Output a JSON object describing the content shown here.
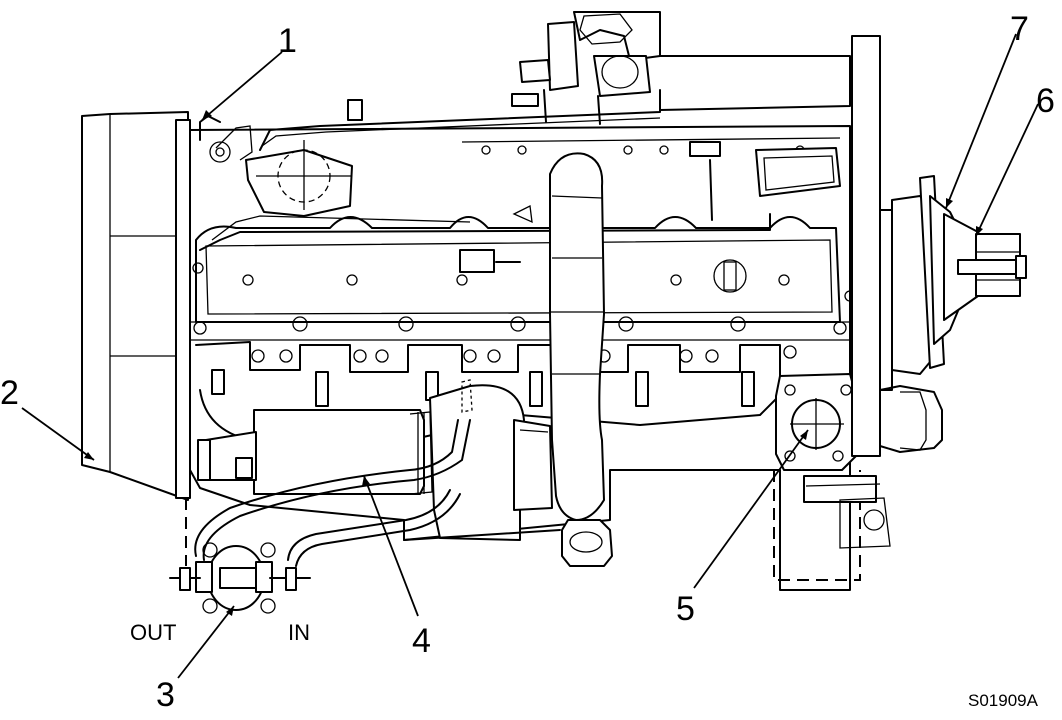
{
  "figure": {
    "id_label": "S01909A",
    "direction_labels": {
      "out": "OUT",
      "in": "IN"
    },
    "callouts": [
      {
        "number": "1"
      },
      {
        "number": "2"
      },
      {
        "number": "3"
      },
      {
        "number": "4"
      },
      {
        "number": "5"
      },
      {
        "number": "6"
      },
      {
        "number": "7"
      }
    ]
  }
}
